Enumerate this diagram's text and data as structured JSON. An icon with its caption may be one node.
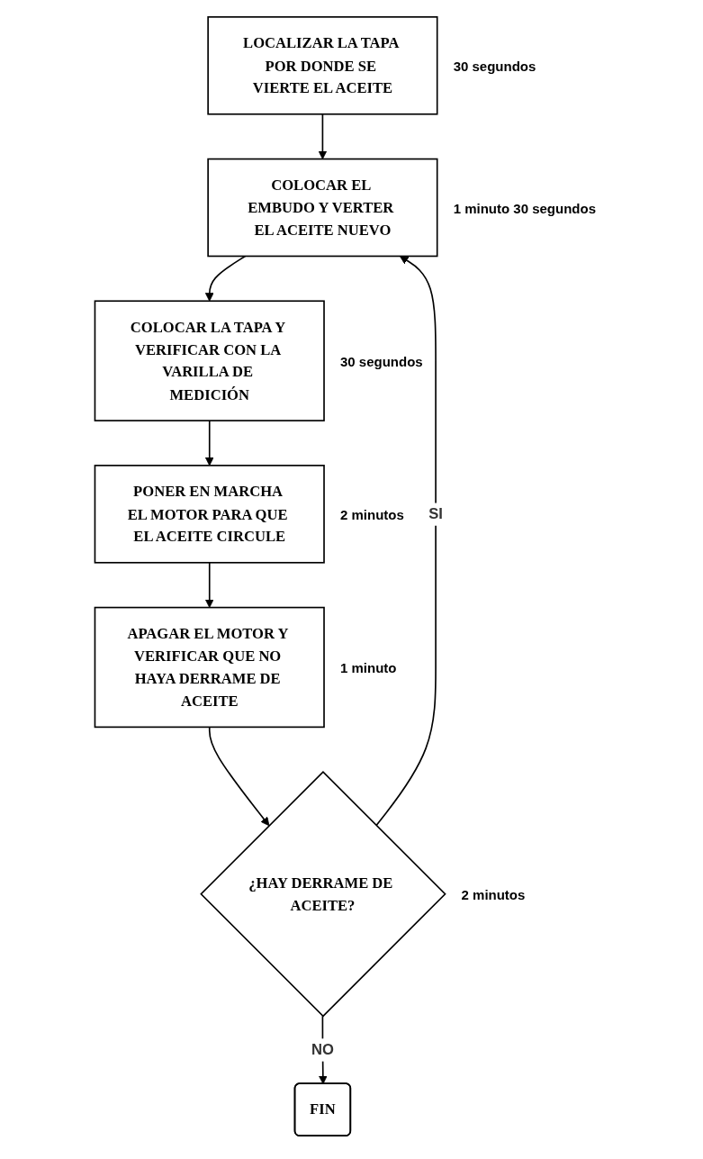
{
  "diagram": {
    "nodes": [
      {
        "text": [
          "LOCALIZAR LA TAPA POR DONDE SE VIERTE EL ACEITE"
        ],
        "beside": [
          "30 segundos"
        ]
      },
      {
        "text": [
          "COLOCAR EL EMBUDO Y VERTER EL ACEITE NUEVO"
        ],
        "beside": [
          "1 minuto 30 segundos"
        ]
      },
      {
        "text": [
          "COLOCAR LA TAPA Y VERIFICAR CON LA VARILLA DE MEDICIÓN"
        ],
        "beside": [
          "30 segundos"
        ]
      },
      {
        "text": [
          "PONER EN MARCHA EL MOTOR PARA QUE EL ACEITE CIRCULE"
        ],
        "beside": [
          "2 minutos"
        ]
      },
      {
        "text": [
          "APAGAR EL MOTOR Y VERIFICAR QUE NO HAYA DERRAME DE ACEITE"
        ],
        "beside": [
          "1 minuto"
        ]
      },
      {
        "text": [
          "¿HAY DERRAME DE ACEITE?"
        ],
        "beside": [
          "2 minutos"
        ]
      },
      {
        "text": [
          "FIN"
        ]
      }
    ],
    "edges": [
      {
        "from": 0,
        "to": 1,
        "arrow": "to"
      },
      {
        "from": 1,
        "to": 2,
        "arrow": "to"
      },
      {
        "from": 2,
        "to": 3,
        "arrow": "to"
      },
      {
        "from": 3,
        "to": 4,
        "arrow": "to"
      },
      {
        "from": 4,
        "to": 5,
        "arrow": "to"
      },
      {
        "from": 5,
        "to": 1,
        "arrow": "to",
        "label": "SI"
      },
      {
        "from": 5,
        "to": 6,
        "arrow": "to",
        "label": "NO"
      }
    ]
  }
}
